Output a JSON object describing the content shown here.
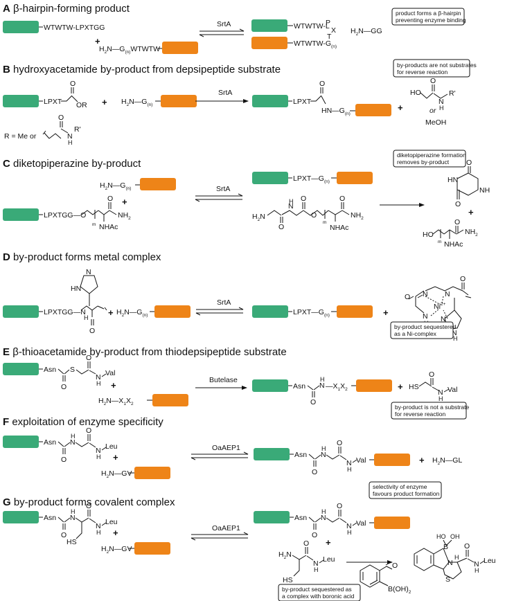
{
  "colors": {
    "protein_a": "#3aaa78",
    "protein_b": "#ee8418"
  },
  "panels": [
    {
      "letter": "A",
      "title": "β-hairpin-forming product",
      "enzyme": "SrtA",
      "reactant1": "WTWTW-LPXTGG",
      "reactant2_prefix": "H",
      "reactant2_sub2": "2",
      "reactant2_mid": "N—G",
      "reactant2_subn": "(n)",
      "reactant2_suffix": "WTWTW",
      "product_top": "WTWTW-L",
      "product_P": "P",
      "product_X": "X",
      "product_T": "T",
      "product_bottom": "WTWTW-G",
      "product_bottom_sub": "(n)",
      "byproduct": "H",
      "byproduct_sub": "2",
      "byproduct_rest": "N—GG",
      "note": [
        "product forms a β-hairpin",
        "preventing enzyme binding"
      ]
    },
    {
      "letter": "B",
      "title": "hydroxyacetamide by-product from depsipeptide substrate",
      "enzyme": "SrtA",
      "seq1": "LPXT",
      "ester_O": "O",
      "ester_OR": "OR",
      "amine": "H",
      "amine_sub": "2",
      "amine_rest": "N—G",
      "amine_n": "(n)",
      "product_seq": "LPXT",
      "product_O": "O",
      "product_HN": "HN—G",
      "product_n": "(n)",
      "bp_HO": "HO",
      "bp_O": "O",
      "bp_N": "N",
      "bp_R": "R'",
      "bp_H": "H",
      "or_text": "or",
      "meoh": "MeOH",
      "r_def": "R = Me  or",
      "r_O": "O",
      "r_N": "N",
      "r_R": "R'",
      "r_H": "H",
      "note": [
        "by-products are not substrates",
        "for reverse reaction"
      ]
    },
    {
      "letter": "C",
      "title": "diketopiperazine by-product",
      "enzyme": "SrtA",
      "amine": "H",
      "amine_sub": "2",
      "amine_rest": "N—G",
      "amine_n": "(n)",
      "substrate": "LPXTGG—O",
      "m": "m",
      "O": "O",
      "NH2": "NH",
      "NH2_sub": "2",
      "NHAc": "NHAc",
      "product_seq": "LPXT—G",
      "product_n": "(n)",
      "bp_H2N": "H",
      "bp_H2N_sub": "2",
      "bp_H2N_rest": "N",
      "bp_NH": "N",
      "bp_H": "H",
      "dkp_HN": "HN",
      "dkp_NH": "NH",
      "dkp_O1": "O",
      "dkp_O2": "O",
      "ho": "HO",
      "m2": "m",
      "note": [
        "diketopiperazine formation",
        "removes by-product"
      ]
    },
    {
      "letter": "D",
      "title": "by-product forms metal complex",
      "enzyme": "SrtA",
      "substrate": "LPXTGG—N",
      "H": "H",
      "O": "O",
      "imid_N": "N",
      "imid_NH": "HN",
      "amine": "H",
      "amine_sub": "2",
      "amine_rest": "N—G",
      "amine_n": "(n)",
      "product_seq": "LPXT—G",
      "product_n": "(n)",
      "ni": "Ni",
      "ni_charge": "2+",
      "cplx_N1": "N",
      "cplx_N2": "N",
      "cplx_N3": "N",
      "cplx_NH": "N",
      "cplx_H": "H",
      "cplx_H2": "H",
      "cplx_H2_sub": "2",
      "cplx_O1": "O",
      "cplx_O2": "O",
      "note": [
        "by-product sequestered",
        "as a Ni-complex"
      ]
    },
    {
      "letter": "E",
      "title": "β-thioacetamide by-product from thiodepsipeptide substrate",
      "enzyme": "Butelase",
      "asn": "Asn",
      "S": "S",
      "O1": "O",
      "O2": "O",
      "N": "N",
      "H": "H",
      "val": "Val",
      "amine": "H",
      "amine_sub": "2",
      "amine_rest": "N—X",
      "x1": "1",
      "x2": "X",
      "x2sub": "2",
      "product_asn": "Asn",
      "product_N": "N",
      "product_H": "H",
      "product_O": "O",
      "product_X": "X",
      "product_X1": "1",
      "product_X2": "X",
      "product_X2sub": "2",
      "bp_HS": "HS",
      "bp_O": "O",
      "bp_N": "N",
      "bp_H": "H",
      "bp_val": "Val",
      "note": [
        "by-product is not a substrate",
        "for reverse reaction"
      ]
    },
    {
      "letter": "F",
      "title": "exploitation of enzyme specificity",
      "enzyme": "OaAEP1",
      "asn": "Asn",
      "N": "N",
      "H": "H",
      "O1": "O",
      "O2": "O",
      "N2": "N",
      "H2": "H",
      "leu": "Leu",
      "amine": "H",
      "amine_sub": "2",
      "amine_rest": "N—GV",
      "product_asn": "Asn",
      "product_N": "N",
      "product_H": "H",
      "product_O1": "O",
      "product_O2": "O",
      "product_N2": "N",
      "product_H2": "H",
      "product_val": "Val",
      "bp": "H",
      "bp_sub": "2",
      "bp_rest": "N—GL",
      "note": [
        "selectivity of enzyme",
        "favours product formation"
      ]
    },
    {
      "letter": "G",
      "title": "by-product forms covalent complex",
      "enzyme": "OaAEP1",
      "asn": "Asn",
      "N": "N",
      "H": "H",
      "O1": "O",
      "O2": "O",
      "N2": "N",
      "H2": "H",
      "leu": "Leu",
      "HS": "HS",
      "amine": "H",
      "amine_sub": "2",
      "amine_rest": "N—GV",
      "product_asn": "Asn",
      "product_N": "N",
      "product_H": "H",
      "product_O1": "O",
      "product_O2": "O",
      "product_N2": "N",
      "product_H2": "H",
      "product_val": "Val",
      "bp_H2N": "H",
      "bp_H2N_sub": "2",
      "bp_H2N_rest": "N",
      "bp_O": "O",
      "bp_N": "N",
      "bp_H": "H",
      "bp_leu": "Leu",
      "bp_HS": "HS",
      "ba_B": "B(OH)",
      "ba_B_sub": "2",
      "ba_O": "O",
      "cx_B": "B",
      "cx_HO1": "HO",
      "cx_OH": "OH",
      "cx_N": "N",
      "cx_H": "H",
      "cx_S": "S",
      "cx_O": "O",
      "cx_N2": "N",
      "cx_H2": "H",
      "cx_leu": "Leu",
      "note": [
        "by-product sequestered as",
        "a complex with boronic acid"
      ]
    }
  ]
}
